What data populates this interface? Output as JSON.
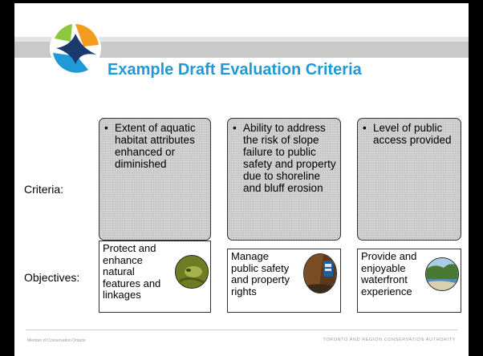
{
  "slide": {
    "title": "Example Draft Evaluation Criteria",
    "criteria_label": "Criteria:",
    "objectives_label": "Objectives:",
    "bullet": "•",
    "columns": [
      {
        "criterion": "Extent of aquatic habitat attributes enhanced or diminished",
        "objective": "Protect and enhance natural features and linkages",
        "image_icon": "frog-photo-icon"
      },
      {
        "criterion": "Ability to address the risk of slope failure to public safety and property due to shoreline and bluff erosion",
        "objective": "Manage public safety and property rights",
        "image_icon": "bluff-erosion-photo-icon"
      },
      {
        "criterion": "Level of public access provided",
        "objective": "Provide and enjoyable waterfront experience",
        "image_icon": "waterfront-photo-icon"
      }
    ]
  },
  "footer": {
    "left": "Member of Conservation Ontario",
    "right": "TORONTO AND REGION CONSERVATION AUTHORITY"
  },
  "colors": {
    "title": "#1f9ad6",
    "logo_orange": "#f39c1f",
    "logo_green": "#8dc63f",
    "logo_blue": "#1f9ad6",
    "logo_navy": "#1b3a6b"
  }
}
